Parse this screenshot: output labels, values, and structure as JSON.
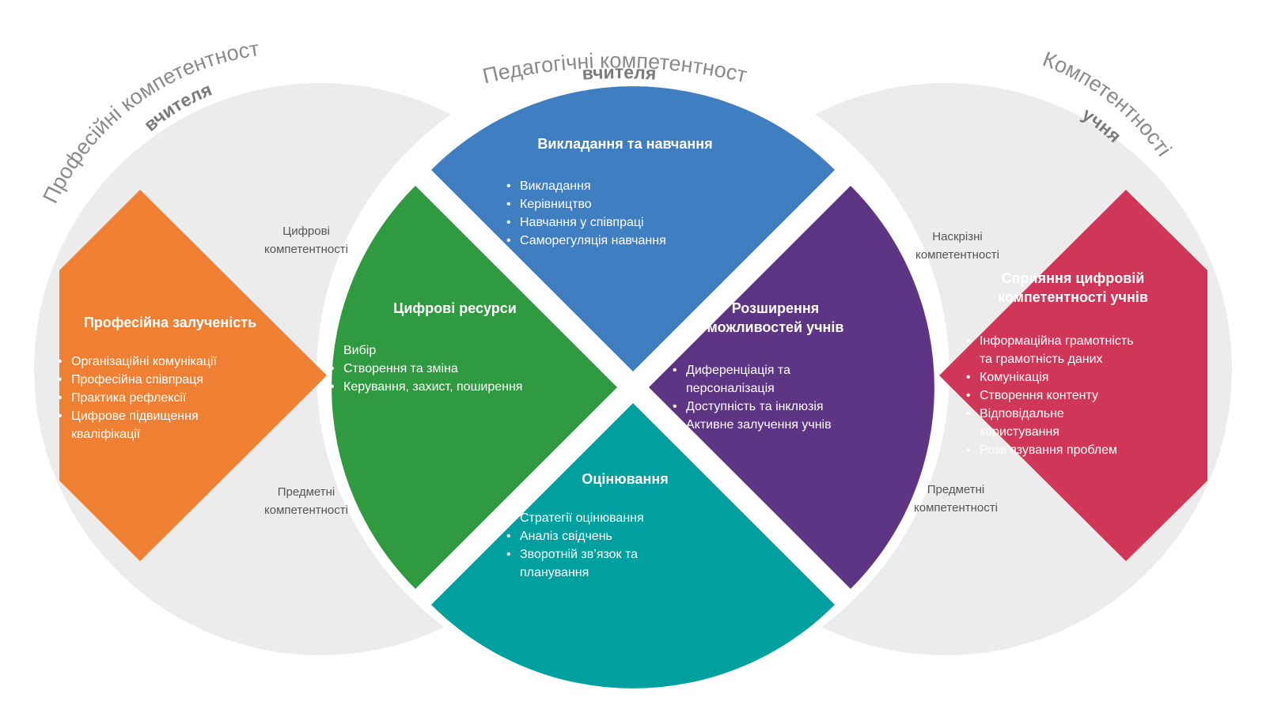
{
  "colors": {
    "bg_circle": "#ececec",
    "teaching": "#3f7fc1",
    "resources": "#2f9a40",
    "empower": "#5e3584",
    "assessment": "#00a0a0",
    "professional": "#ef8033",
    "learners": "#cf3657"
  },
  "arcs": {
    "left": {
      "line1": "Професійні компетентності",
      "line2": "вчителя"
    },
    "top": {
      "line1": "Педагогічні компетентності",
      "line2": "вчителя"
    },
    "right": {
      "line1": "Компетентності",
      "line2": "учня"
    }
  },
  "side_labels": {
    "left_top": [
      "Цифрові",
      "компетентності"
    ],
    "left_bottom": [
      "Предметні",
      "компетентності"
    ],
    "right_top": [
      "Наскрізні",
      "компетентності"
    ],
    "right_bottom": [
      "Предметні",
      "компетентності"
    ]
  },
  "areas": {
    "teaching": {
      "title": [
        "Викладання та навчання"
      ],
      "items": [
        "Викладання",
        "Керівництво",
        "Навчання у співпраці",
        "Саморегуляція навчання"
      ]
    },
    "resources": {
      "title": [
        "Цифрові ресурси"
      ],
      "items": [
        "Вибір",
        "Створення та зміна",
        "Керування, захист, поширення"
      ]
    },
    "empower": {
      "title": [
        "Розширення",
        "можливостей учнів"
      ],
      "items": [
        "Диференціація та",
        "персоналізація",
        "Доступність та інклюзія",
        "Активне залучення учнів"
      ]
    },
    "assessment": {
      "title": [
        "Оцінювання"
      ],
      "items": [
        "Стратегії оцінювання",
        "Аналіз свідчень",
        "Зворотній зв’язок та",
        "планування"
      ]
    },
    "professional": {
      "title": [
        "Професійна залученість"
      ],
      "items": [
        "Організаційні комунікації",
        "Професійна співпраця",
        "Практика рефлексії",
        "Цифрове підвищення",
        "кваліфікації"
      ]
    },
    "learners": {
      "title": [
        "Сприяння цифровій",
        "компетентності учнів"
      ],
      "items": [
        "Інформаційна грамотність",
        "та грамотність даних",
        "Комунікація",
        "Створення контенту",
        "Відповідальне",
        "користування",
        "Розв’язування проблем"
      ]
    }
  }
}
